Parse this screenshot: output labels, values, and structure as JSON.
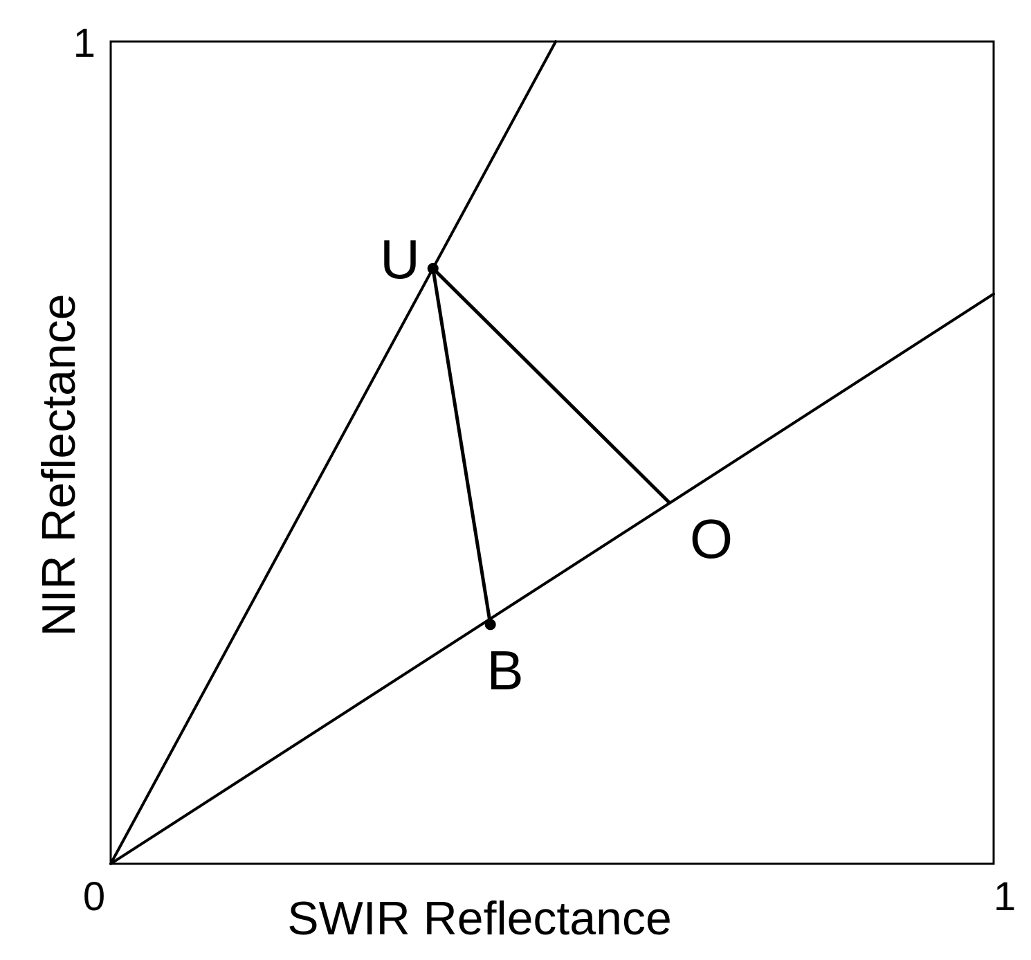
{
  "diagram": {
    "x_axis": {
      "title": "SWIR Reflectance",
      "min_label": "0",
      "max_label": "1",
      "range": [
        0,
        1
      ]
    },
    "y_axis": {
      "title": "NIR Reflectance",
      "max_label": "1",
      "range": [
        0,
        1
      ]
    },
    "lines": [
      {
        "name": "upper-line",
        "from": [
          0,
          0
        ],
        "to": [
          0.504,
          1.0
        ]
      },
      {
        "name": "lower-line",
        "from": [
          0,
          0
        ],
        "to": [
          1.0,
          0.693
        ]
      }
    ],
    "points": [
      {
        "name": "U",
        "label": "U",
        "x": 0.365,
        "y": 0.724
      },
      {
        "name": "B",
        "label": "B",
        "x": 0.43,
        "y": 0.291
      },
      {
        "name": "O",
        "label": "O",
        "x": 0.632,
        "y": 0.44
      }
    ],
    "segments": [
      {
        "name": "segment-u-b",
        "from": "U",
        "to": "B"
      },
      {
        "name": "segment-u-o",
        "from": "U",
        "to": "O"
      }
    ],
    "colors": {
      "ink": "#000000",
      "background": "#ffffff"
    }
  }
}
